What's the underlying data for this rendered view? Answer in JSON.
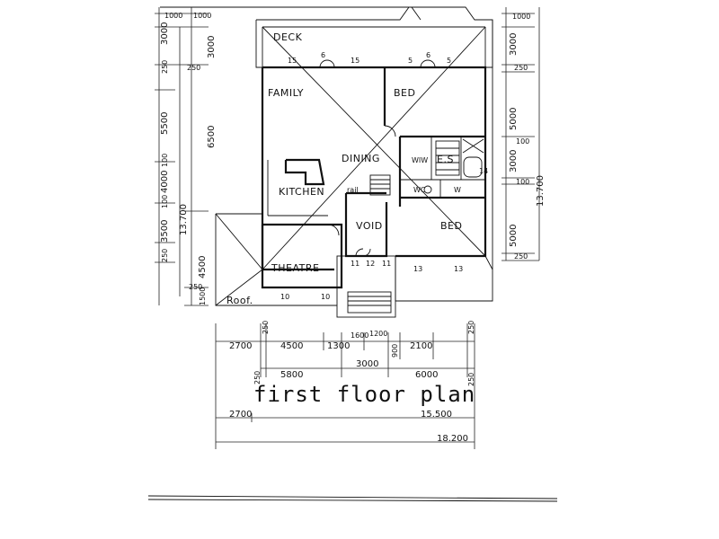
{
  "title": "first floor plan",
  "rooms": {
    "deck": "DECK",
    "family": "FAMILY",
    "bed1": "BED",
    "dining": "DINING",
    "wiw": "WIW",
    "es": "E.S",
    "kitchen": "KITCHEN",
    "void": "VOID",
    "bed2": "BED",
    "theatre": "THEATRE",
    "roof": "Roof.",
    "rail": "rail",
    "wc": "WC",
    "w": "W"
  },
  "window_marks": {
    "deck_left_15": "15",
    "deck_6a": "6",
    "deck_15b": "15",
    "deck_5a": "5",
    "deck_6b": "6",
    "deck_5b": "5",
    "void_11a": "11",
    "void_12": "12",
    "void_11b": "11",
    "bed_13a": "13",
    "bed_13b": "13",
    "theatre_10a": "10",
    "theatre_10b": "10",
    "es_14": "14"
  },
  "dims_left_outer": [
    "1000",
    "3000",
    "250",
    "5500",
    "100",
    "4000",
    "100",
    "3500",
    "250"
  ],
  "dims_left_inner": [
    "1000",
    "3000",
    "250",
    "6500",
    "4500",
    "250",
    "1500"
  ],
  "dim_left_total": "13.700",
  "dims_right": [
    "1000",
    "3000",
    "250",
    "5000",
    "100",
    "3000",
    "100",
    "5000",
    "250"
  ],
  "dim_right_total": "13.700",
  "dims_bottom_row1": [
    "2700",
    "250",
    "4500",
    "1300",
    "1600",
    "1200",
    "900",
    "2100",
    "250"
  ],
  "dims_bottom_row2": [
    "250",
    "5800",
    "3000",
    "6000",
    "250"
  ],
  "dim_bottom_row3_left": "2700",
  "dim_bottom_row3_right": "15.500",
  "dim_bottom_total": "18.200"
}
